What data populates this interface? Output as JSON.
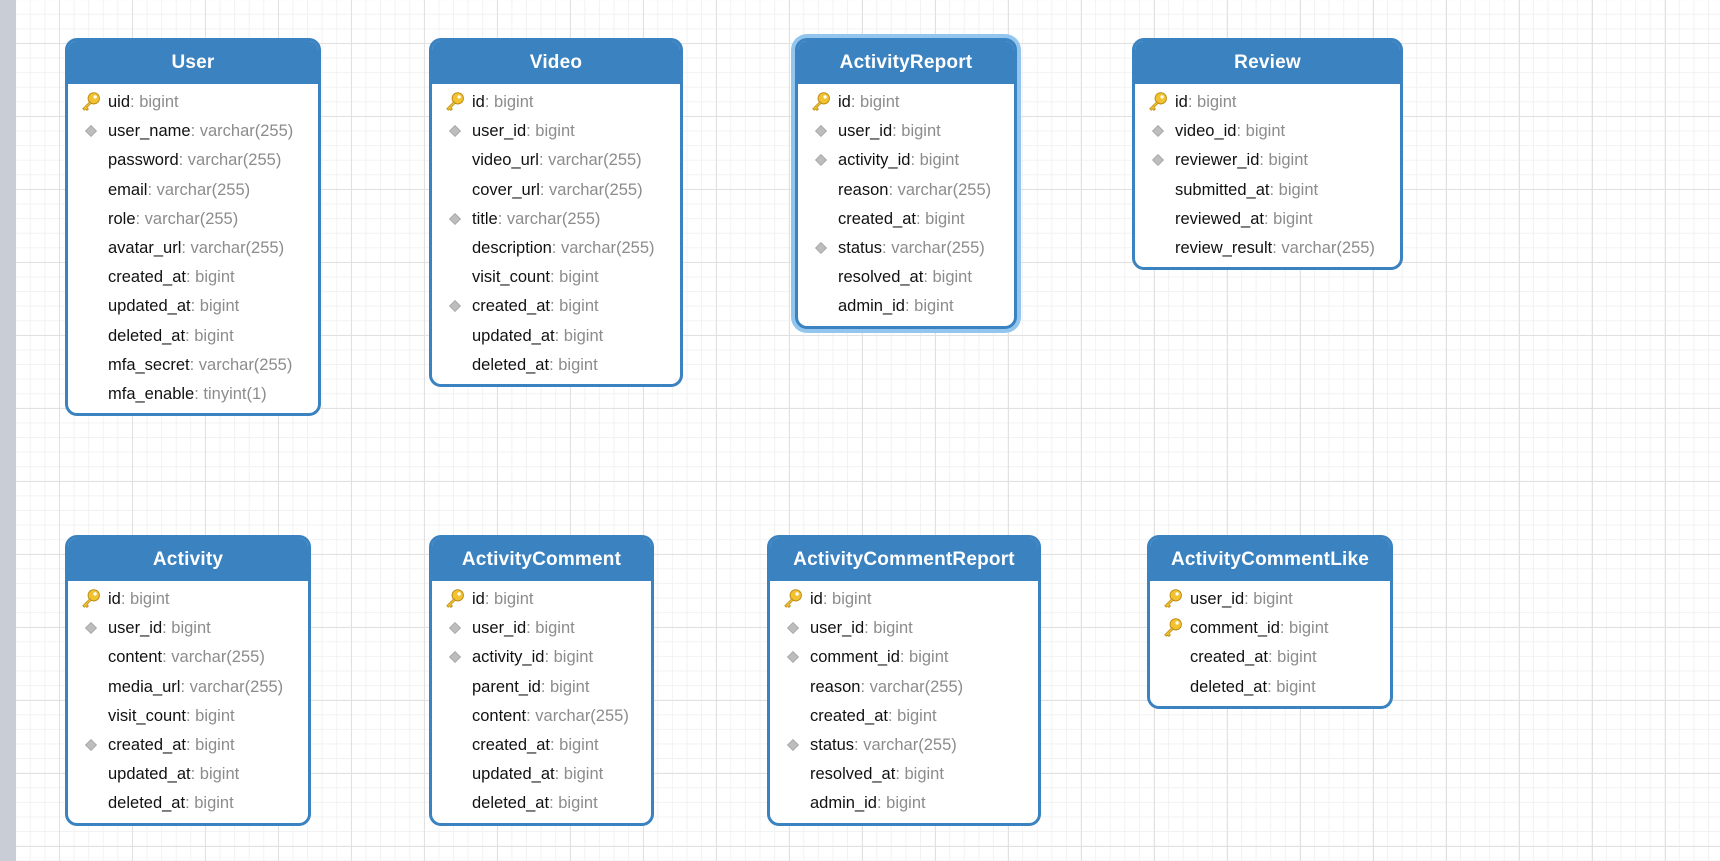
{
  "colors": {
    "header": "#3a82c0",
    "border": "#3a82c0",
    "selected_glow": "#93c6ef",
    "field_name": "#111111",
    "field_type": "#8c8c8c",
    "key_icon": "#f2c230",
    "index_icon": "#bdbdbd"
  },
  "entities": [
    {
      "name": "User",
      "selected": false,
      "fields": [
        {
          "name": "uid",
          "type": ": bigint",
          "marker": "key"
        },
        {
          "name": "user_name",
          "type": ": varchar(255)",
          "marker": "index"
        },
        {
          "name": "password",
          "type": ": varchar(255)",
          "marker": "none"
        },
        {
          "name": "email",
          "type": ": varchar(255)",
          "marker": "none"
        },
        {
          "name": "role",
          "type": ": varchar(255)",
          "marker": "none"
        },
        {
          "name": "avatar_url",
          "type": ": varchar(255)",
          "marker": "none"
        },
        {
          "name": "created_at",
          "type": ": bigint",
          "marker": "none"
        },
        {
          "name": "updated_at",
          "type": ": bigint",
          "marker": "none"
        },
        {
          "name": "deleted_at",
          "type": ": bigint",
          "marker": "none"
        },
        {
          "name": "mfa_secret",
          "type": ": varchar(255)",
          "marker": "none"
        },
        {
          "name": "mfa_enable",
          "type": ": tinyint(1)",
          "marker": "none"
        }
      ]
    },
    {
      "name": "Video",
      "selected": false,
      "fields": [
        {
          "name": "id",
          "type": ": bigint",
          "marker": "key"
        },
        {
          "name": "user_id",
          "type": ": bigint",
          "marker": "index"
        },
        {
          "name": "video_url",
          "type": ": varchar(255)",
          "marker": "none"
        },
        {
          "name": "cover_url",
          "type": ": varchar(255)",
          "marker": "none"
        },
        {
          "name": "title",
          "type": ": varchar(255)",
          "marker": "index"
        },
        {
          "name": "description",
          "type": ": varchar(255)",
          "marker": "none"
        },
        {
          "name": "visit_count",
          "type": ": bigint",
          "marker": "none"
        },
        {
          "name": "created_at",
          "type": ": bigint",
          "marker": "index"
        },
        {
          "name": "updated_at",
          "type": ": bigint",
          "marker": "none"
        },
        {
          "name": "deleted_at",
          "type": ": bigint",
          "marker": "none"
        }
      ]
    },
    {
      "name": "ActivityReport",
      "selected": true,
      "fields": [
        {
          "name": "id",
          "type": ": bigint",
          "marker": "key"
        },
        {
          "name": "user_id",
          "type": ": bigint",
          "marker": "index"
        },
        {
          "name": "activity_id",
          "type": ": bigint",
          "marker": "index"
        },
        {
          "name": "reason",
          "type": ": varchar(255)",
          "marker": "none"
        },
        {
          "name": "created_at",
          "type": ": bigint",
          "marker": "none"
        },
        {
          "name": "status",
          "type": ": varchar(255)",
          "marker": "index"
        },
        {
          "name": "resolved_at",
          "type": ": bigint",
          "marker": "none"
        },
        {
          "name": "admin_id",
          "type": ": bigint",
          "marker": "none"
        }
      ]
    },
    {
      "name": "Review",
      "selected": false,
      "fields": [
        {
          "name": "id",
          "type": ": bigint",
          "marker": "key"
        },
        {
          "name": "video_id",
          "type": ": bigint",
          "marker": "index"
        },
        {
          "name": "reviewer_id",
          "type": ": bigint",
          "marker": "index"
        },
        {
          "name": "submitted_at",
          "type": ": bigint",
          "marker": "none"
        },
        {
          "name": "reviewed_at",
          "type": ": bigint",
          "marker": "none"
        },
        {
          "name": "review_result",
          "type": ": varchar(255)",
          "marker": "none"
        }
      ]
    },
    {
      "name": "Activity",
      "selected": false,
      "fields": [
        {
          "name": "id",
          "type": ": bigint",
          "marker": "key"
        },
        {
          "name": "user_id",
          "type": ": bigint",
          "marker": "index"
        },
        {
          "name": "content",
          "type": ": varchar(255)",
          "marker": "none"
        },
        {
          "name": "media_url",
          "type": ": varchar(255)",
          "marker": "none"
        },
        {
          "name": "visit_count",
          "type": ": bigint",
          "marker": "none"
        },
        {
          "name": "created_at",
          "type": ": bigint",
          "marker": "index"
        },
        {
          "name": "updated_at",
          "type": ": bigint",
          "marker": "none"
        },
        {
          "name": "deleted_at",
          "type": ": bigint",
          "marker": "none"
        }
      ]
    },
    {
      "name": "ActivityComment",
      "selected": false,
      "fields": [
        {
          "name": "id",
          "type": ": bigint",
          "marker": "key"
        },
        {
          "name": "user_id",
          "type": ": bigint",
          "marker": "index"
        },
        {
          "name": "activity_id",
          "type": ": bigint",
          "marker": "index"
        },
        {
          "name": "parent_id",
          "type": ": bigint",
          "marker": "none"
        },
        {
          "name": "content",
          "type": ": varchar(255)",
          "marker": "none"
        },
        {
          "name": "created_at",
          "type": ": bigint",
          "marker": "none"
        },
        {
          "name": "updated_at",
          "type": ": bigint",
          "marker": "none"
        },
        {
          "name": "deleted_at",
          "type": ": bigint",
          "marker": "none"
        }
      ]
    },
    {
      "name": "ActivityCommentReport",
      "selected": false,
      "fields": [
        {
          "name": "id",
          "type": ": bigint",
          "marker": "key"
        },
        {
          "name": "user_id",
          "type": ": bigint",
          "marker": "index"
        },
        {
          "name": "comment_id",
          "type": ": bigint",
          "marker": "index"
        },
        {
          "name": "reason",
          "type": ": varchar(255)",
          "marker": "none"
        },
        {
          "name": "created_at",
          "type": ": bigint",
          "marker": "none"
        },
        {
          "name": "status",
          "type": ": varchar(255)",
          "marker": "index"
        },
        {
          "name": "resolved_at",
          "type": ": bigint",
          "marker": "none"
        },
        {
          "name": "admin_id",
          "type": ": bigint",
          "marker": "none"
        }
      ]
    },
    {
      "name": "ActivityCommentLike",
      "selected": false,
      "fields": [
        {
          "name": "user_id",
          "type": ": bigint",
          "marker": "key"
        },
        {
          "name": "comment_id",
          "type": ": bigint",
          "marker": "key"
        },
        {
          "name": "created_at",
          "type": ": bigint",
          "marker": "none"
        },
        {
          "name": "deleted_at",
          "type": ": bigint",
          "marker": "none"
        }
      ]
    }
  ]
}
